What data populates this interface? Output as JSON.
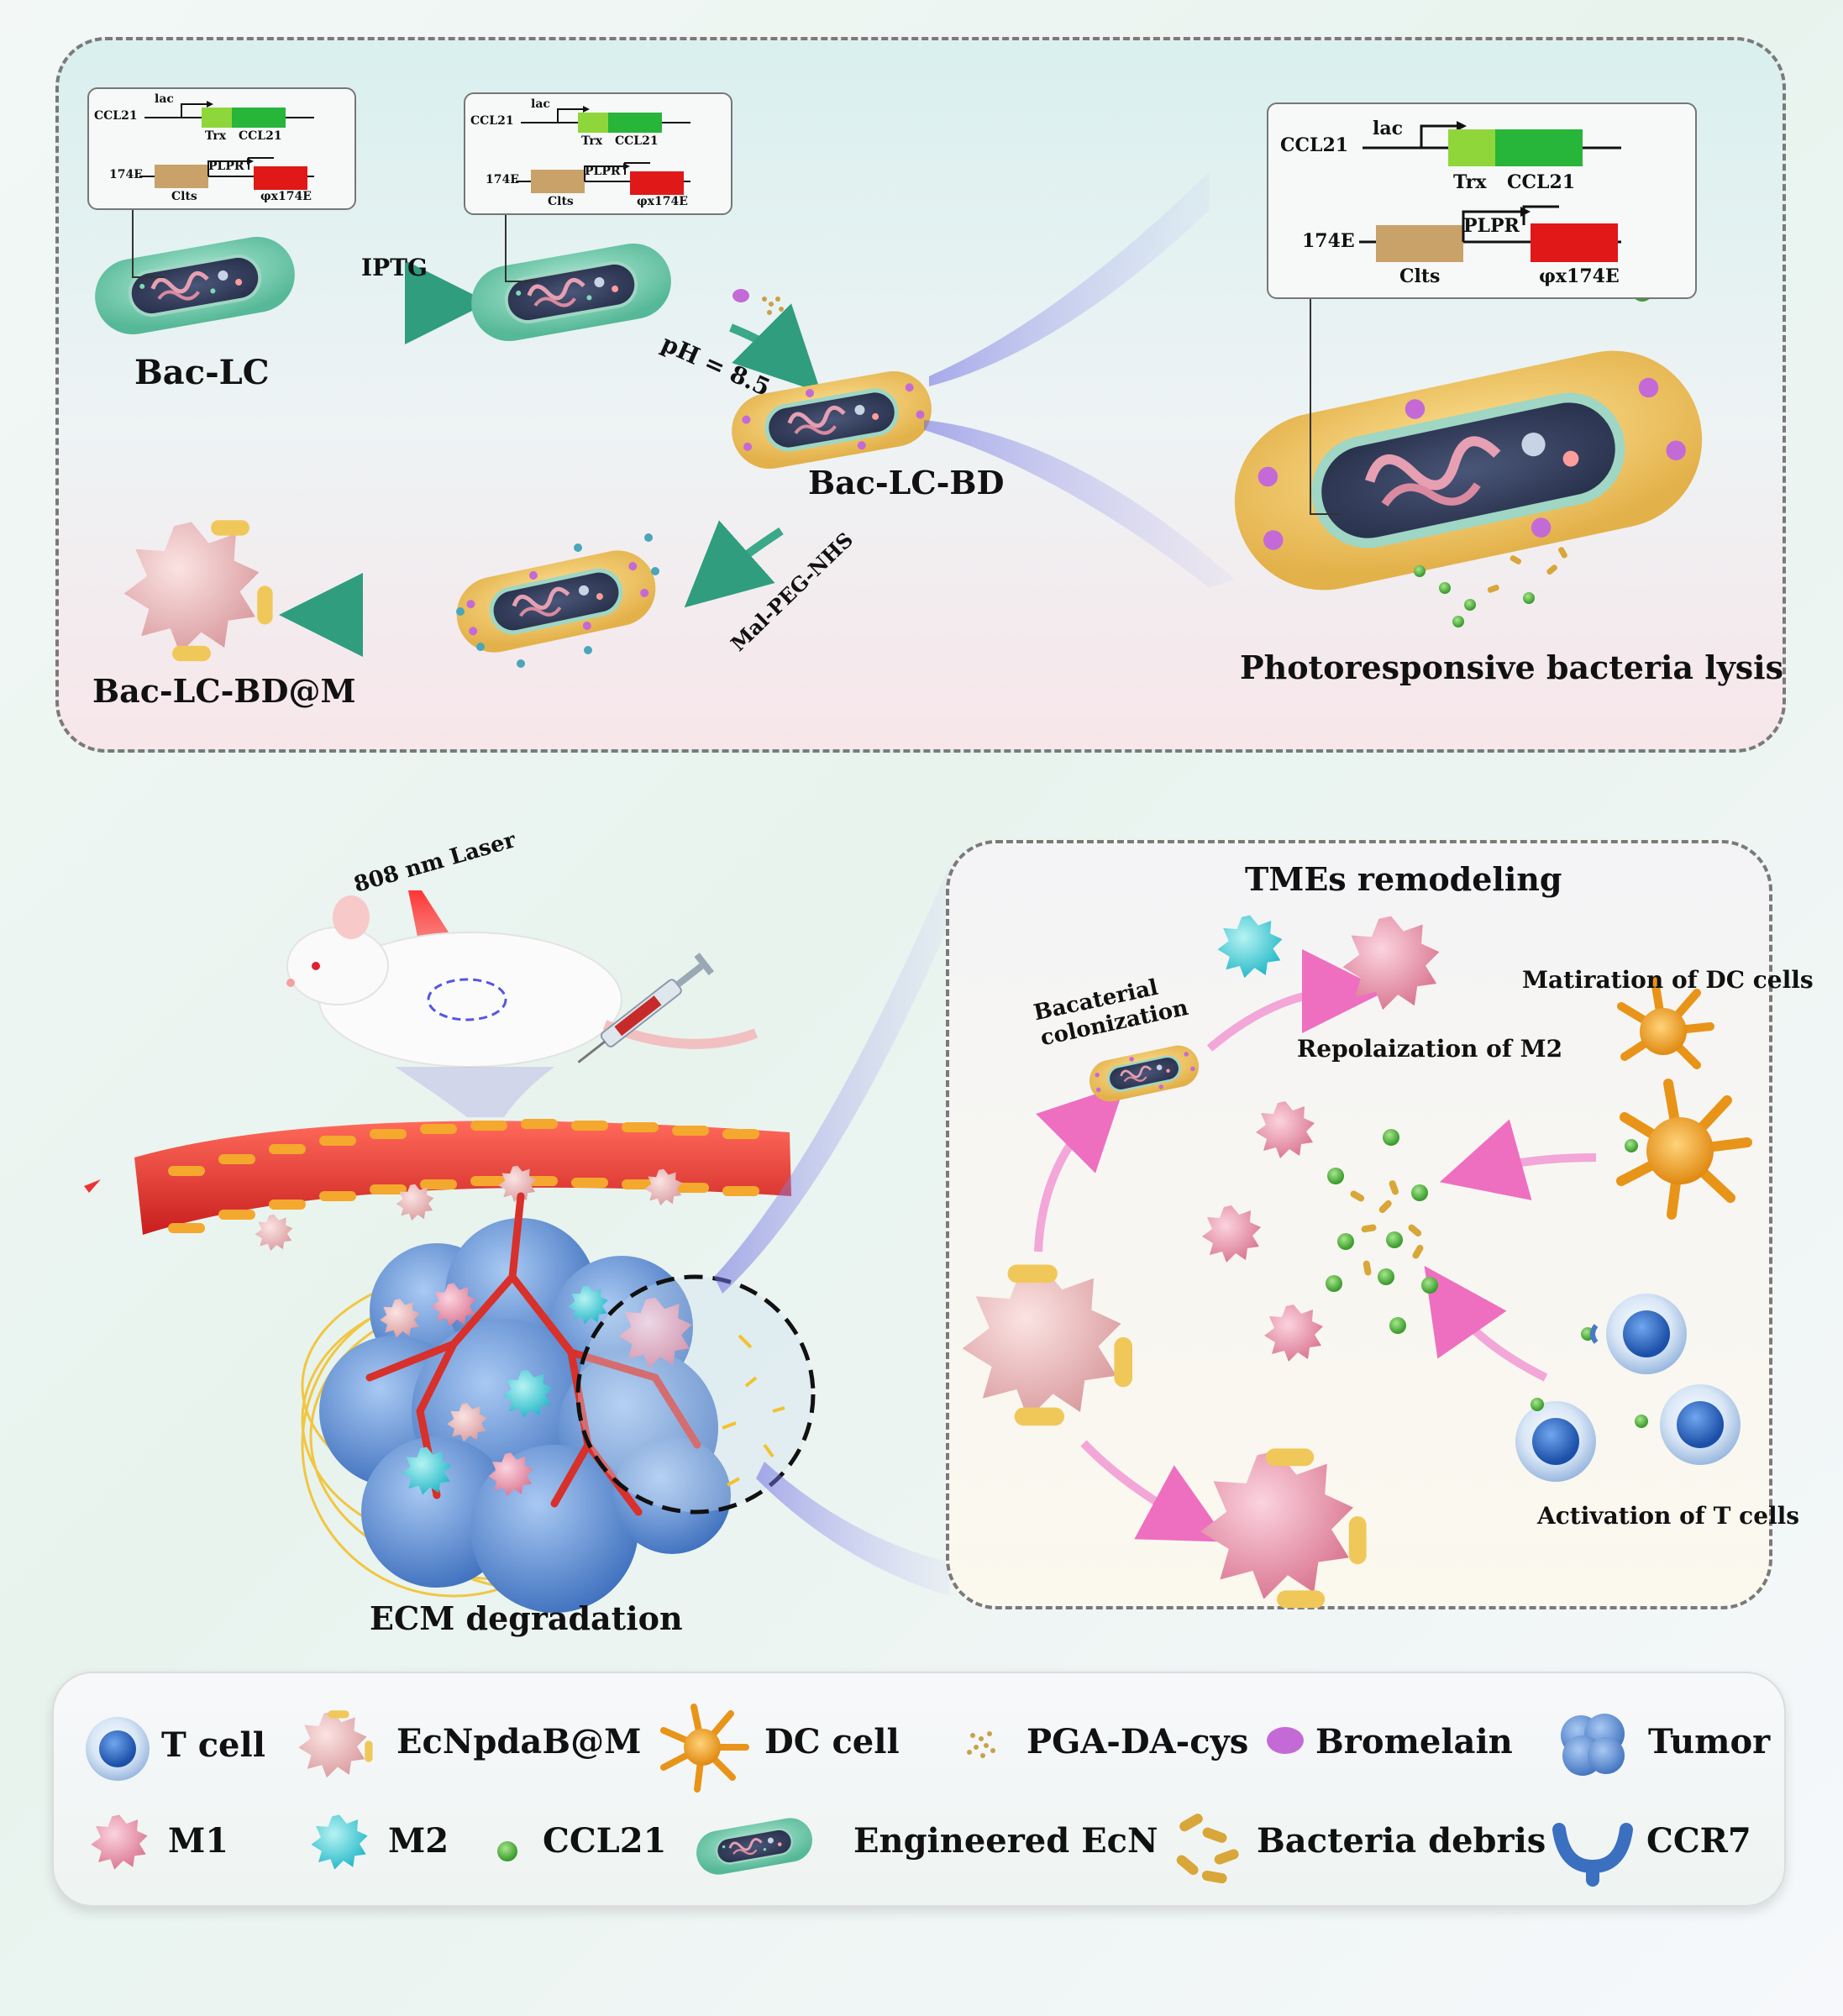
{
  "colors": {
    "engineered_ecn": "#7cd3b8",
    "bac_coat": "#f0c85a",
    "trx": "#8fd63a",
    "ccl21_gene": "#27b53a",
    "clts": "#c9a26a",
    "phi_x174e": "#e01818",
    "ccl21_dot": "#5bbf4a",
    "m1": "#e98fb0",
    "m2": "#3fcfd6",
    "dc": "#f0a020",
    "tcell": "#2f72c8",
    "tumor": "#5b8fd8",
    "vessel": "#e23a3a",
    "bromelain": "#c46ad6"
  },
  "gene_small": {
    "lac": "lac",
    "ccl21_left": "CCL21",
    "trx": "Trx",
    "ccl21": "CCL21",
    "e174": "174E",
    "plpr": "PLPR",
    "clts": "Clts",
    "phix": "φx174E"
  },
  "gene_large": {
    "lac": "lac",
    "ccl21_left": "CCL21",
    "trx": "Trx",
    "ccl21": "CCL21",
    "e174": "174E",
    "plpr": "PLPR",
    "clts": "Clts",
    "phix": "φx174E"
  },
  "top": {
    "bac_lc": "Bac-LC",
    "iptg": "IPTG",
    "ph": "pH = 8.5",
    "bac_lc_bd": "Bac-LC-BD",
    "mal_peg": "Mal-PEG-NHS",
    "bac_lc_bd_m": "Bac-LC-BD@M",
    "lysis": "Photoresponsive bacteria lysis"
  },
  "bottom": {
    "laser": "808 nm Laser",
    "ecm": "ECM degradation"
  },
  "tme": {
    "title": "TMEs remodeling",
    "colonization_line1": "Bacaterial",
    "colonization_line2": "colonization",
    "repolarization": "Repolaization of M2",
    "maturation": "Matiration of DC cells",
    "activation": "Activation of T cells"
  },
  "legend": {
    "tcell": "T cell",
    "ecnpdab": "EcNpdaB@M",
    "dc": "DC cell",
    "pga": "PGA-DA-cys",
    "bromelain": "Bromelain",
    "tumor": "Tumor",
    "m1": "M1",
    "m2": "M2",
    "ccl21": "CCL21",
    "ecn": "Engineered EcN",
    "debris": "Bacteria debris",
    "ccr7": "CCR7"
  }
}
